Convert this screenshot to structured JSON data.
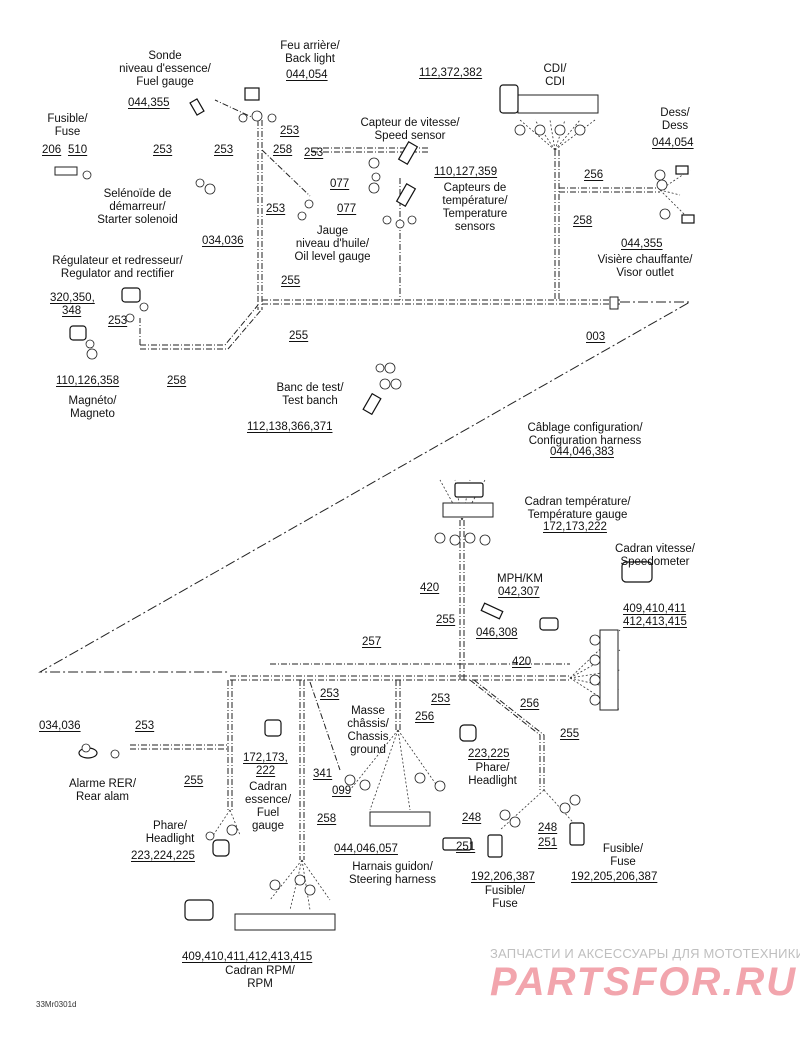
{
  "diagram": {
    "title": "Wiring harness diagram",
    "figure_code": "33Mr0301d",
    "watermark": {
      "line1": "ЗАПЧАСТИ И АКСЕССУАРЫ ДЛЯ МОТОТЕХНИКИ",
      "line2": "PARTSFOR.RU",
      "color": "#f2a5ad"
    },
    "components": {
      "fuel_gauge_sender": {
        "label": "Sonde\nniveau d'essence/\nFuel gauge",
        "parts": "044,355"
      },
      "back_light": {
        "label": "Feu arrière/\nBack light",
        "parts": "044,054"
      },
      "fuse_top": {
        "label": "Fusible/\nFuse",
        "parts_a": "206",
        "parts_b": "510"
      },
      "speed_sensor": {
        "label": "Capteur de vitesse/\nSpeed sensor"
      },
      "temperature_sensors": {
        "label": "Capteurs de\ntempérature/\nTemperature\nsensors",
        "parts": "110,127,359"
      },
      "starter_solenoid": {
        "label": "Selénoïde de\ndémarreur/\nStarter solenoid",
        "parts": "034,036"
      },
      "oil_level_gauge": {
        "label": "Jauge\nniveau d'huile/\nOil level gauge",
        "parts_a": "077",
        "parts_b": "077"
      },
      "cdi": {
        "label": "CDI/\nCDI",
        "parts": "112,372,382"
      },
      "dess": {
        "label": "Dess/\nDess",
        "parts": "044,054"
      },
      "visor_outlet": {
        "label": "Visière chauffante/\nVisor outlet",
        "parts": "044,355"
      },
      "regulator": {
        "label": "Régulateur et redresseur/\nRegulator and rectifier",
        "parts_a": "320,350,",
        "parts_b": "348"
      },
      "magneto": {
        "label": "Magnéto/\nMagneto",
        "parts": "110,126,358"
      },
      "test_bench": {
        "label": "Banc de test/\nTest banch",
        "parts": "112,138,366,371"
      },
      "config_harness": {
        "label": "Câblage configuration/\nConfiguration harness",
        "parts": "044,046,383"
      },
      "temp_gauge": {
        "label": "Cadran température/\nTempérature gauge",
        "parts": "172,173,222"
      },
      "speedometer": {
        "label": "Cadran vitesse/\nSpeedometer",
        "parts_a": "409,410,411",
        "parts_b": "412,413,415"
      },
      "mph_km": {
        "label": "MPH/KM",
        "parts": "042,307"
      },
      "switch_046": {
        "parts": "046,308"
      },
      "rear_alarm": {
        "label": "Alarme RER/\nRear alam",
        "parts": "034,036"
      },
      "fuel_gauge_dial": {
        "label": "Cadran\nessence/\nFuel\ngauge",
        "parts_a": "172,173,",
        "parts_b": "222"
      },
      "chassis_ground": {
        "label": "Masse\nchâssis/\nChassis\nground",
        "parts_a": "341",
        "parts_b": "099"
      },
      "headlight_left": {
        "label": "Phare/\nHeadlight",
        "parts": "223,224,225"
      },
      "headlight_center": {
        "label": "Phare/\nHeadlight",
        "parts": "223,225"
      },
      "steering_harness": {
        "label": "Harnais guidon/\nSteering harness",
        "parts": "044,046,057"
      },
      "fuse_left": {
        "label": "Fusible/\nFuse",
        "parts": "192,206,387",
        "ref_a": "248",
        "ref_b": "251"
      },
      "fuse_right": {
        "label": "Fusible/\nFuse",
        "parts": "192,205,206,387",
        "ref_a": "248",
        "ref_b": "251"
      },
      "rpm_gauge": {
        "label": "Cadran RPM/\nRPM",
        "parts": "409,410,411,412,413,415"
      }
    },
    "harness_refs": {
      "r253_top_a": "253",
      "r253_top_b": "253",
      "r253_top_c": "253",
      "r253_top_d": "253",
      "r253_top_e": "253",
      "r258_top": "258",
      "r256_cdi": "256",
      "r258_dess": "258",
      "r255_top": "255",
      "r255_main": "255",
      "r253_reg": "253",
      "r258_reg": "258",
      "r003": "003",
      "r420_a": "420",
      "r255_mid": "255",
      "r420_b": "420",
      "r257": "257",
      "r253_alarm": "253",
      "r255_left": "255",
      "r253_ground": "253",
      "r256_steer": "256",
      "r253_head": "253",
      "r256_right": "256",
      "r255_right": "255",
      "r258_rpm": "258"
    }
  }
}
